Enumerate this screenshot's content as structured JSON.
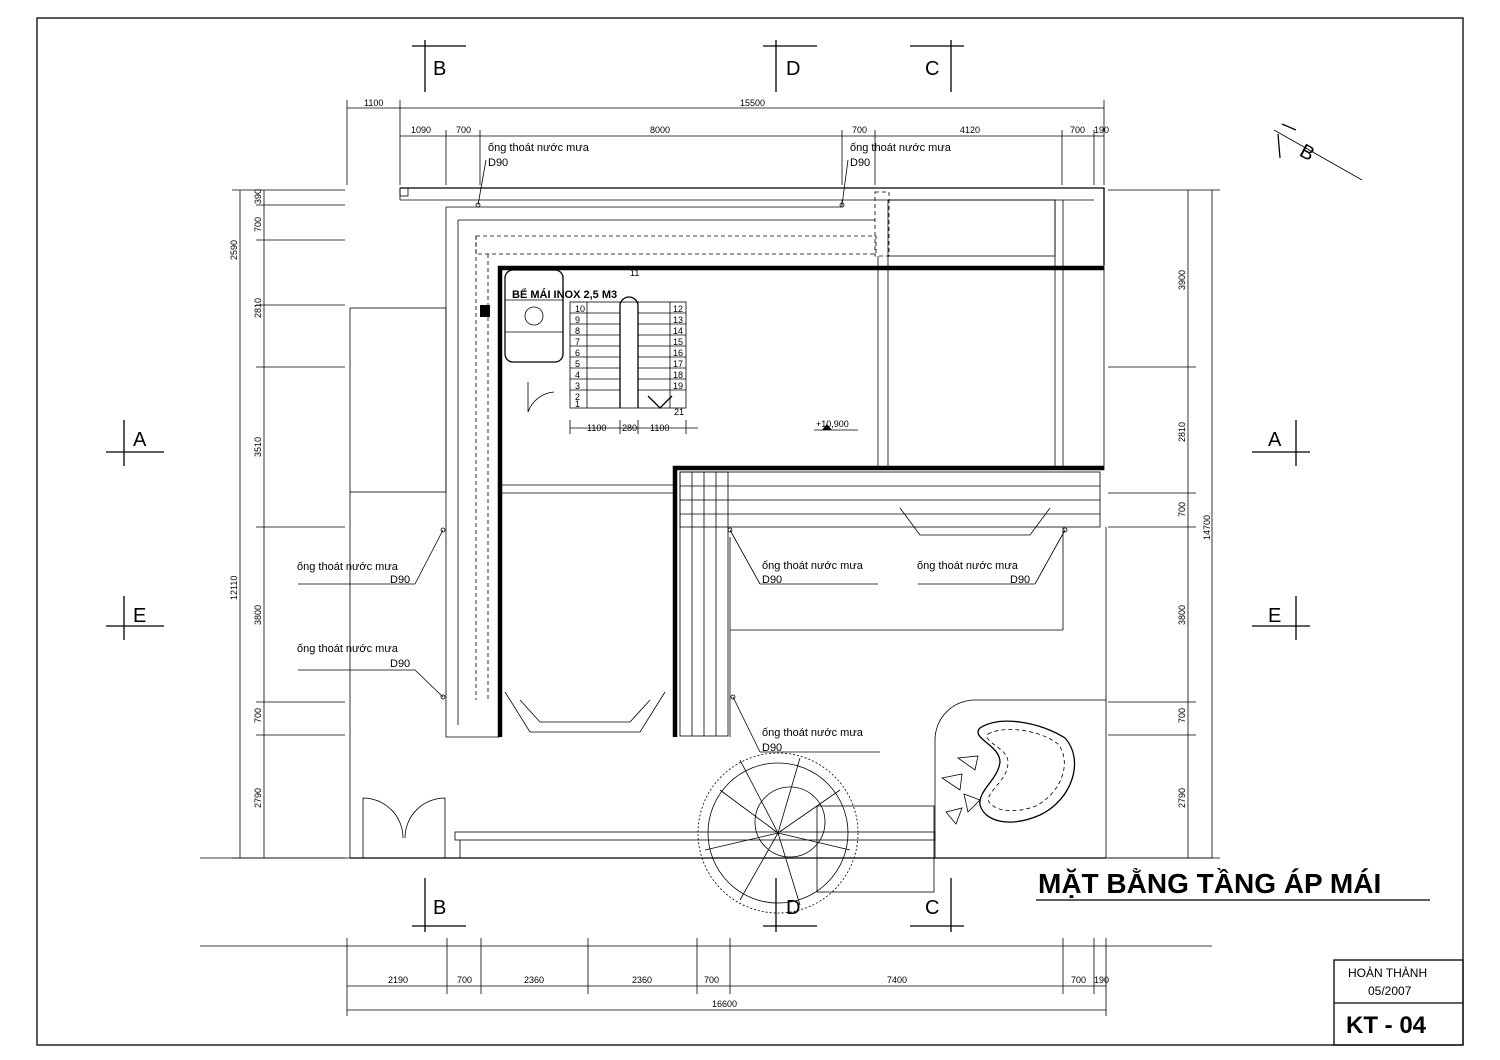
{
  "title": "MẶT BẰNG TẦNG ÁP MÁI",
  "title_block": {
    "status": "HOÀN THÀNH",
    "date": "05/2007",
    "sheet_no": "KT - 04"
  },
  "level_mark": "+10,900",
  "tank_label": "BỂ MÁI INOX 2,5 M3",
  "axes": {
    "top": [
      "B",
      "D",
      "C"
    ],
    "bottom": [
      "B",
      "D",
      "C"
    ],
    "left": [
      "A",
      "E"
    ],
    "right": [
      "A",
      "E"
    ],
    "section_mark": "B"
  },
  "drain": {
    "label": "ống thoát nước mưa",
    "size": "D90"
  },
  "dims": {
    "top_overall": [
      "1100",
      "15500"
    ],
    "top_detail": [
      "1090",
      "700",
      "8000",
      "700",
      "4120",
      "700",
      "190"
    ],
    "bottom_detail": [
      "2190",
      "700",
      "2360",
      "2360",
      "700",
      "7400",
      "700",
      "190"
    ],
    "bottom_overall": "16600",
    "left_detail": [
      "390",
      "700",
      "2590",
      "2810",
      "3510",
      "3800",
      "700",
      "2790"
    ],
    "left_overall": "12110",
    "right_detail": [
      "3900",
      "2810",
      "700",
      "3800",
      "700",
      "2790"
    ],
    "right_overall": "14700",
    "stair": [
      "1100",
      "280",
      "1100"
    ]
  },
  "stair_steps_left": [
    "10",
    "9",
    "8",
    "7",
    "6",
    "5",
    "4",
    "3",
    "2",
    "1"
  ],
  "stair_steps_right": [
    "12",
    "13",
    "14",
    "15",
    "16",
    "17",
    "18",
    "19"
  ],
  "stair_marks": [
    "11",
    "21"
  ]
}
